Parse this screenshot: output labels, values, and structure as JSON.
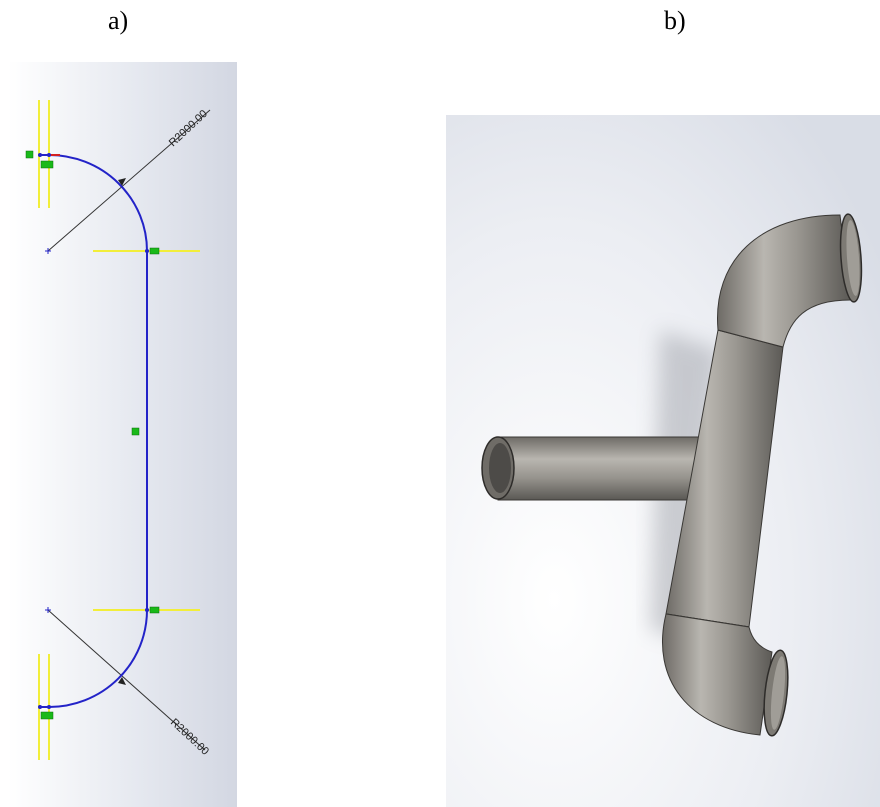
{
  "captions": {
    "a": "a)",
    "b": "b)"
  },
  "sketch": {
    "dimension_top": "R2000.00",
    "dimension_bottom": "R2000.00",
    "line_color": "#2323c8",
    "relation_color": "#f2ee3a",
    "marker_color": "#19b919"
  },
  "model": {
    "pipe_color": "#8d8a84",
    "rim_color": "#3a3835"
  }
}
